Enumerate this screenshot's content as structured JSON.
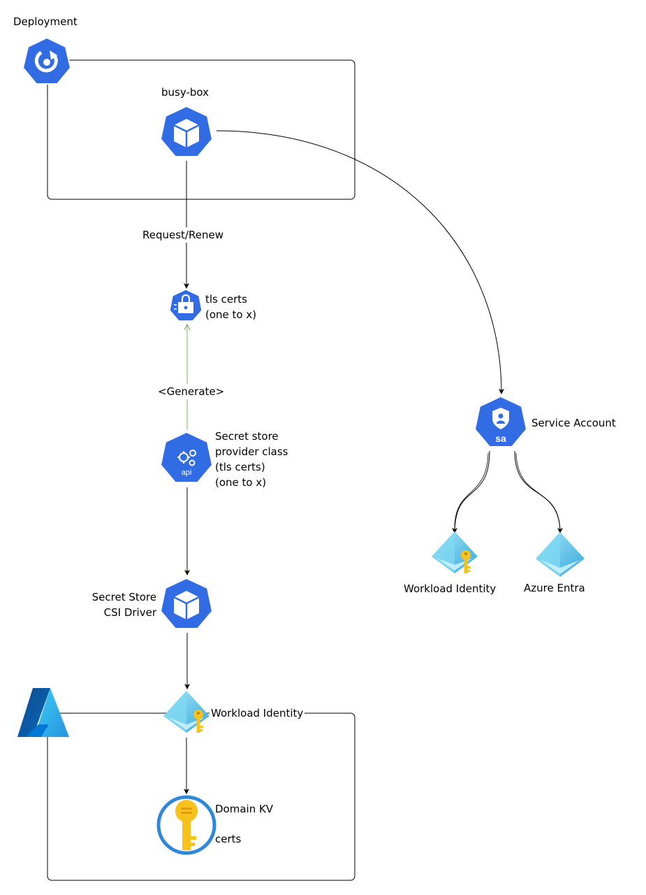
{
  "labels": {
    "deployment": "Deployment",
    "busy_box": "busy-box",
    "request_renew": "Request/Renew",
    "tls_certs": [
      "tls certs",
      "(one to x)"
    ],
    "generate": "<Generate>",
    "secret_store_provider_class": [
      "Secret store",
      "provider class",
      "(tls certs)",
      "(one to x)"
    ],
    "secret_store_csi_driver": [
      "Secret Store",
      "CSI Driver"
    ],
    "service_account": "Service Account",
    "sa_badge": "sa",
    "api_badge": "api",
    "workload_identity_right": "Workload Identity",
    "azure_entra": "Azure Entra",
    "workload_identity_bottom": "Workload Identity",
    "domain_kv": "Domain KV",
    "certs": "certs"
  },
  "colors": {
    "k8s_blue": "#326ce5",
    "edge": "#000000",
    "generate_edge": "#82b366",
    "entra_light": "#7fd8f2",
    "entra_dark": "#2aa0d8",
    "key_gold": "#f6c21b",
    "azure_blue": "#0078d4"
  },
  "icons": {
    "deployment": "kubernetes-deployment-icon",
    "pod": "kubernetes-pod-icon",
    "secret": "kubernetes-secret-icon",
    "crd": "kubernetes-api-icon",
    "csi": "kubernetes-pod-icon",
    "service_account": "kubernetes-service-account-icon",
    "workload_identity": "azure-workload-identity-icon",
    "entra": "azure-entra-icon",
    "key_vault": "azure-key-vault-icon",
    "azure": "azure-logo-icon"
  }
}
